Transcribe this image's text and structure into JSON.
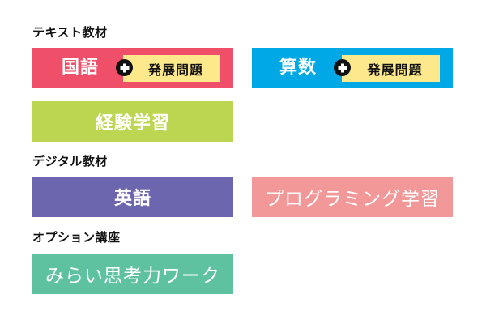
{
  "sections": {
    "text_materials": {
      "heading": "テキスト教材",
      "tiles": [
        {
          "label": "国語",
          "color": "#f04f6a",
          "addon": {
            "label": "発展問題",
            "icon": "plus-circle-icon",
            "color": "#fde98c"
          }
        },
        {
          "label": "算数",
          "color": "#00a9e6",
          "addon": {
            "label": "発展問題",
            "icon": "plus-circle-icon",
            "color": "#fde98c"
          }
        },
        {
          "label": "経験学習",
          "color": "#bcd651"
        }
      ]
    },
    "digital_materials": {
      "heading": "デジタル教材",
      "tiles": [
        {
          "label": "英語",
          "color": "#6c66ae"
        },
        {
          "label": "プログラミング学習",
          "color": "#f39899"
        }
      ]
    },
    "optional_courses": {
      "heading": "オプション講座",
      "tiles": [
        {
          "label": "みらい思考力ワーク",
          "color": "#5ec2a0"
        }
      ]
    }
  }
}
